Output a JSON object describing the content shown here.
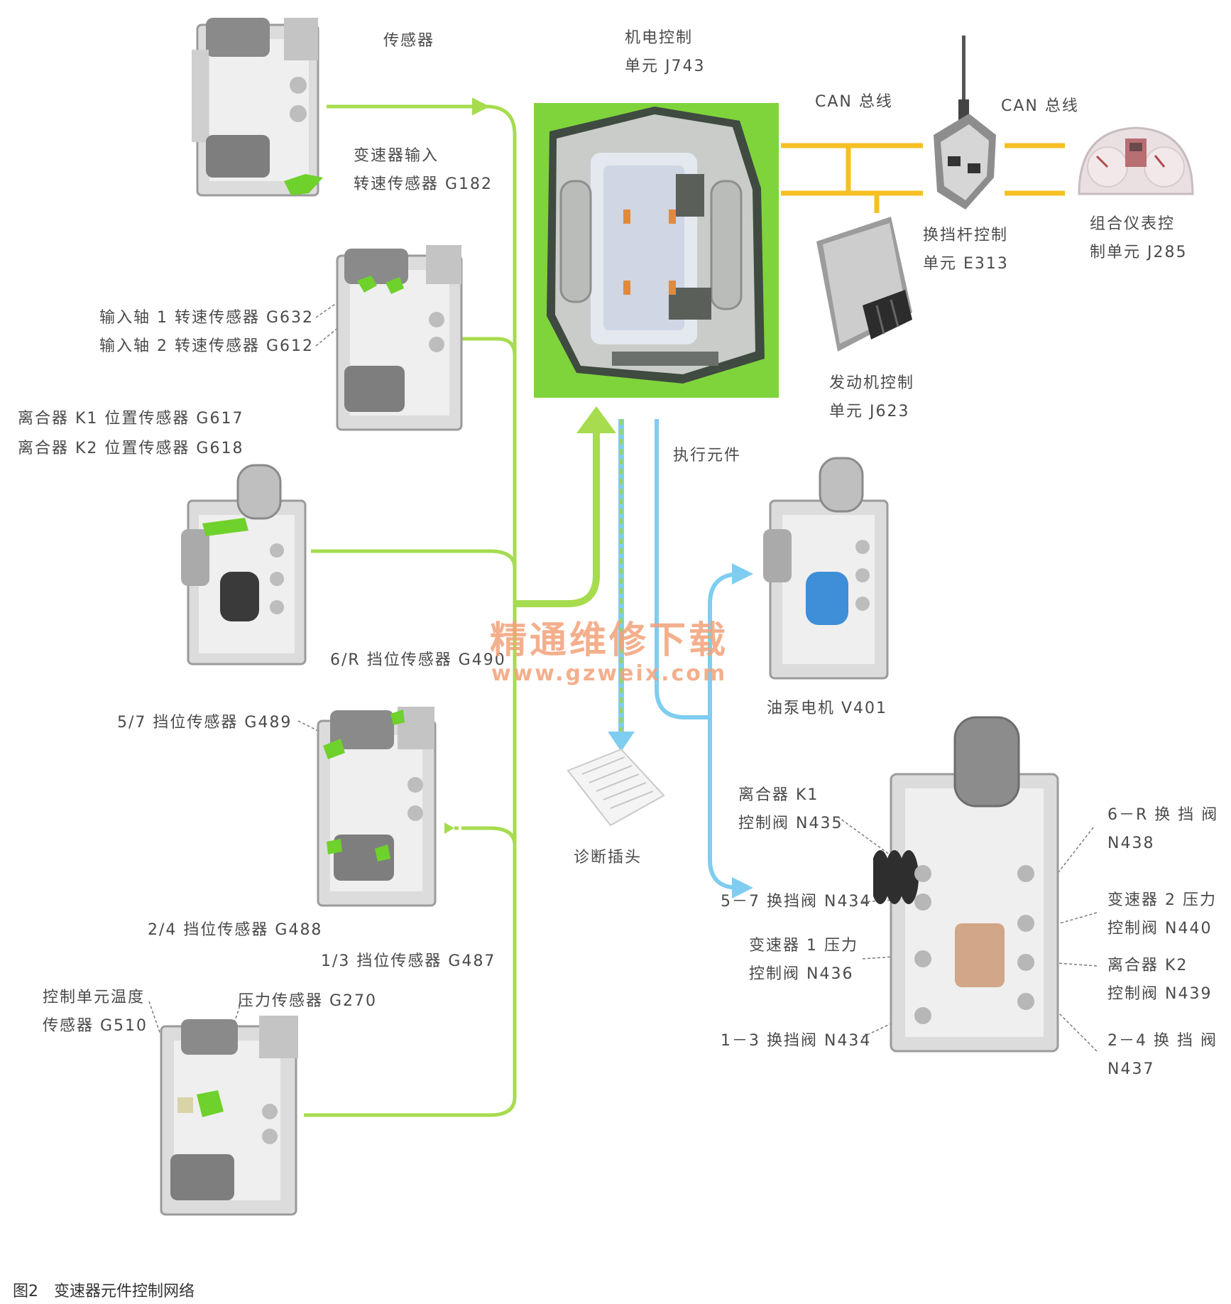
{
  "colors": {
    "sensor_line": "#a6dc4e",
    "actuator_line": "#7fcdf0",
    "can_line": "#f6c023",
    "diag_line": "#9fd35a",
    "sensor_highlight": "#6fd12b",
    "actuator_highlight": "#3e8ed8",
    "unit_bg": "#7fd43c",
    "watermark": "#f3a27a"
  },
  "labels": {
    "sensors_group": "传感器",
    "mechatronic": [
      "机电控制",
      "单元 J743"
    ],
    "can_left": "CAN 总线",
    "can_right": "CAN 总线",
    "g182": [
      "变速器输入",
      "转速传感器 G182"
    ],
    "g632": "输入轴 1 转速传感器 G632",
    "g612": "输入轴 2 转速传感器 G612",
    "g617": "离合器 K1 位置传感器 G617",
    "g618": "离合器 K2 位置传感器 G618",
    "e313": [
      "换挡杆控制",
      "单元 E313"
    ],
    "j285": [
      "组合仪表控",
      "制单元 J285"
    ],
    "j623": [
      "发动机控制",
      "单元 J623"
    ],
    "actuators_group": "执行元件",
    "g490": "6/R 挡位传感器 G490",
    "g489": "5/7 挡位传感器 G489",
    "v401": "油泵电机 V401",
    "diag": "诊断插头",
    "n435": [
      "离合器 K1",
      "控制阀 N435"
    ],
    "n438": [
      "6－R 换 挡 阀",
      "N438"
    ],
    "n434a": "5－7 换挡阀 N434",
    "n440": [
      "变速器 2 压力",
      "控制阀 N440"
    ],
    "n436": [
      "变速器 1 压力",
      "控制阀 N436"
    ],
    "n439": [
      "离合器 K2",
      "控制阀 N439"
    ],
    "n434b": "1－3 换挡阀 N434",
    "n437": [
      "2－4 换 挡 阀",
      "N437"
    ],
    "g488": "2/4 挡位传感器 G488",
    "g487": "1/3 挡位传感器 G487",
    "g510": [
      "控制单元温度",
      "传感器 G510"
    ],
    "g270": "压力传感器 G270"
  },
  "watermark": {
    "line1": "精通维修下载",
    "line2": "www.gzweix.com"
  },
  "caption": {
    "number": "图2",
    "text": "变速器元件控制网络"
  }
}
